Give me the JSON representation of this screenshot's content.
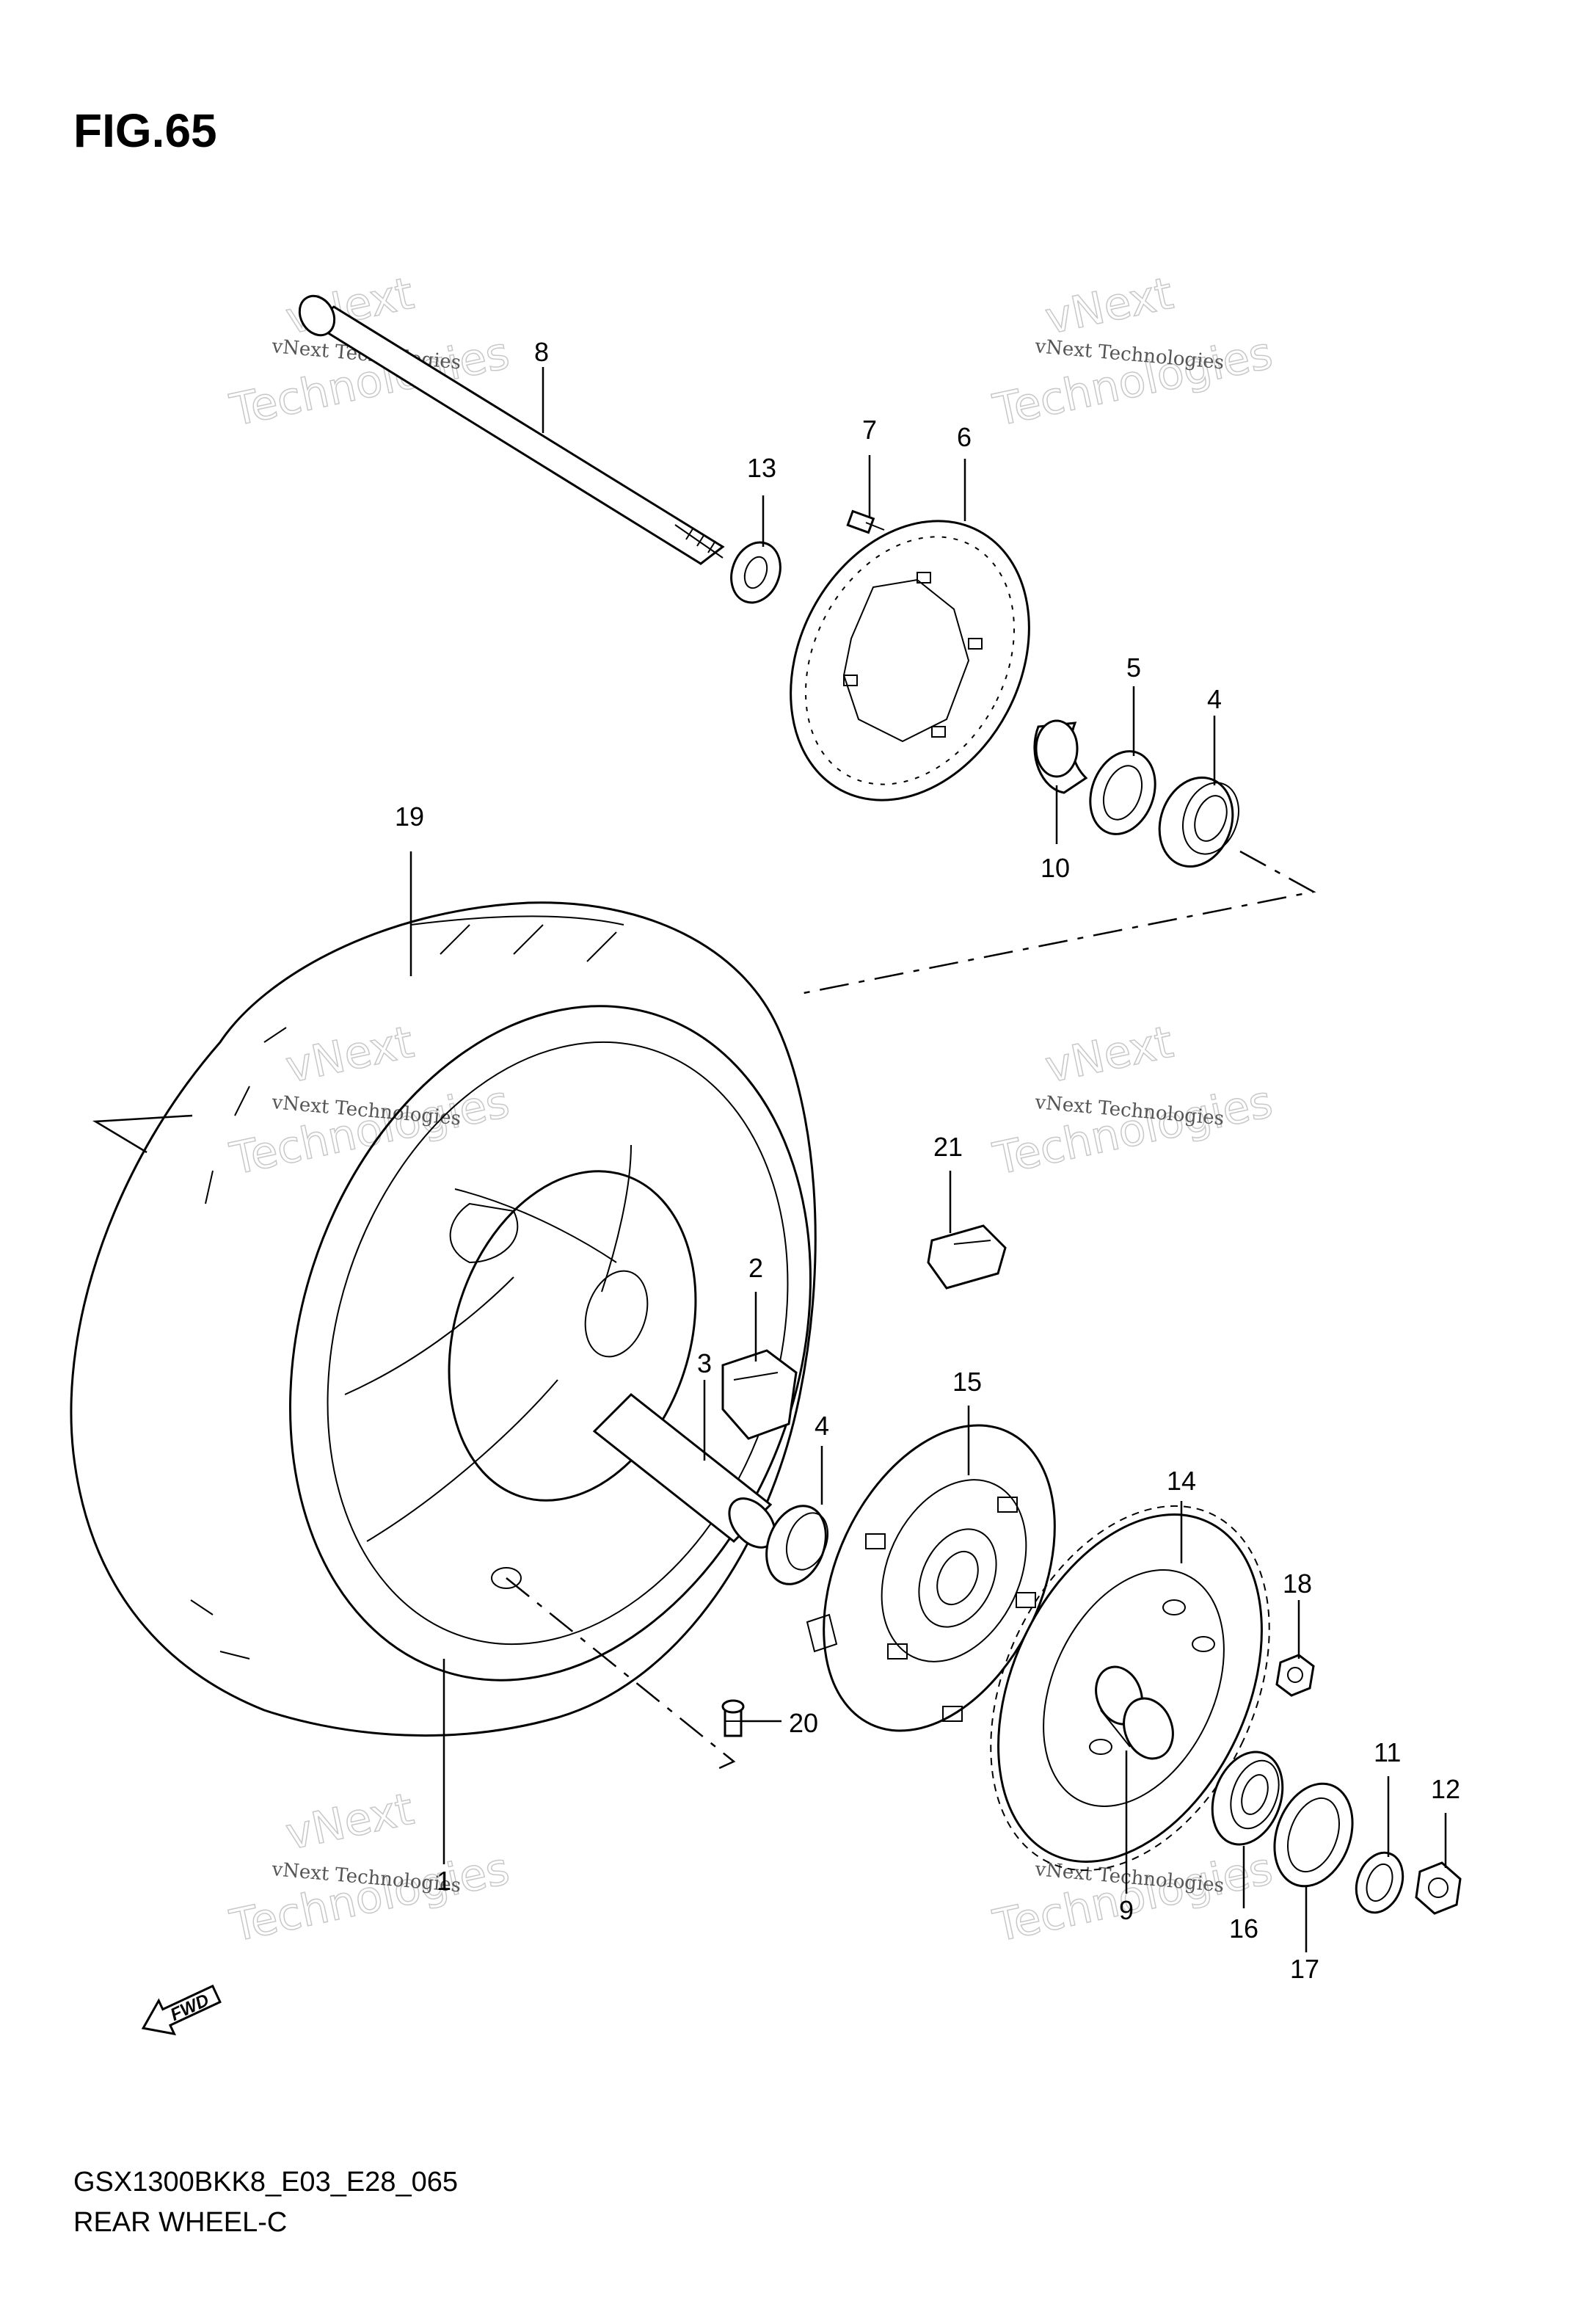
{
  "figure": {
    "title": "FIG.65",
    "model_code": "GSX1300BKK8_E03_E28_065",
    "section_name": "REAR WHEEL-C",
    "fwd_label": "FWD"
  },
  "watermark": {
    "line": "vNext Technologies",
    "big_top": "vNext",
    "big_bottom": "Technologies"
  },
  "callouts": {
    "c1": "1",
    "c2": "2",
    "c3": "3",
    "c4a": "4",
    "c4b": "4",
    "c5": "5",
    "c6": "6",
    "c7": "7",
    "c8": "8",
    "c9": "9",
    "c10": "10",
    "c11": "11",
    "c12": "12",
    "c13": "13",
    "c14": "14",
    "c15": "15",
    "c16": "16",
    "c17": "17",
    "c18": "18",
    "c19": "19",
    "c20": "20",
    "c21": "21"
  }
}
